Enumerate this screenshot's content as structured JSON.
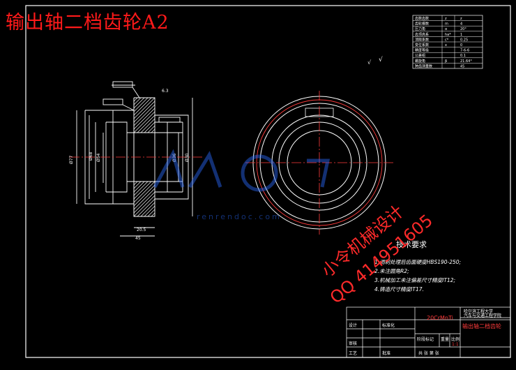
{
  "overlay_title": "输出轴二档齿轮A2",
  "watermark": {
    "logo_text": "人人文库",
    "site": "renrendoc.com",
    "designer": "小令机械设计",
    "qq": "QQ 414951605"
  },
  "params_table": {
    "rows": [
      {
        "name": "齿数齿数",
        "sym": "z",
        "val": "z"
      },
      {
        "name": "齿轮模数",
        "sym": "m",
        "val": "4"
      },
      {
        "name": "压力角",
        "sym": "α",
        "val": "20°"
      },
      {
        "name": "齿顶高系",
        "sym": "ha*",
        "val": "1"
      },
      {
        "name": "顶隙系数",
        "sym": "c*",
        "val": "0.25"
      },
      {
        "name": "变位系数",
        "sym": "x",
        "val": "0"
      },
      {
        "name": "精度等级",
        "sym": "",
        "val": "7-6-6"
      },
      {
        "name": "公差组",
        "sym": "",
        "val": "0.1"
      },
      {
        "name": "螺旋角",
        "sym": "β",
        "val": "21.64°"
      },
      {
        "name": "跨齿测量数",
        "sym": "",
        "val": "45"
      }
    ]
  },
  "tech_requirements": {
    "heading": "技术要求",
    "items": [
      "1.调制处理后齿面硬度HBS190-250;",
      "2.未注圆角R2;",
      "3.机械加工未注偏差尺寸精度IT12;",
      "4.铸造尺寸精度IT17."
    ]
  },
  "title_block": {
    "material": "20CrMnTi",
    "school_line1": "哈尔滨工程大学",
    "school_line2": "汽车与交通工程学院",
    "drawing_name": "输出轴二档齿轮",
    "row_labels": [
      "设计",
      "审核",
      "工艺"
    ],
    "standard": "标准化",
    "approve": "批准",
    "stage_label": "阶段标记",
    "weight_label": "重量",
    "scale_label": "比例",
    "scale_value": "1:1",
    "sheets": "共 张 第 张"
  },
  "roughness_mark": "√"
}
